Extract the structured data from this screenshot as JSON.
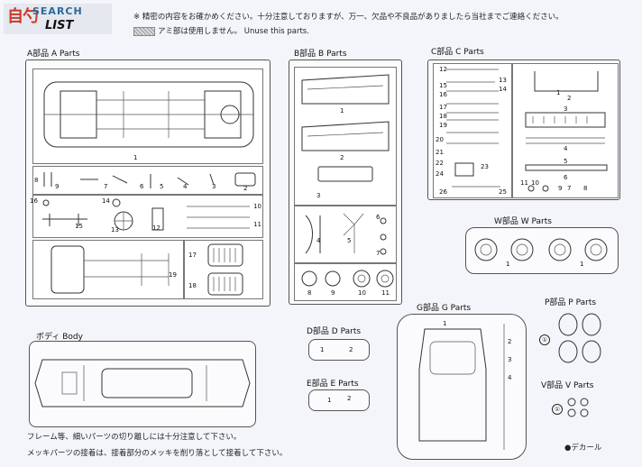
{
  "logo": {
    "main": "自勺",
    "sub": "SEARCH",
    "list_label": "LIST"
  },
  "header": {
    "line1": "※ 精密の内容をお確かめください。十分注意しておりますが、万一、欠品や不良品がありましたら当社までご連絡ください。",
    "line2": "アミ部は使用しません。 Unuse this parts."
  },
  "sections": {
    "a": {
      "title": "A部品 A Parts"
    },
    "b": {
      "title": "B部品 B Parts"
    },
    "c": {
      "title": "C部品 C Parts"
    },
    "w": {
      "title": "W部品 W Parts"
    },
    "body": {
      "title": "ボディ Body"
    },
    "d": {
      "title": "D部品 D Parts"
    },
    "e": {
      "title": "E部品 E Parts"
    },
    "g": {
      "title": "G部品 G Parts"
    },
    "p": {
      "title": "P部品 P Parts"
    },
    "v": {
      "title": "V部品 V Parts"
    }
  },
  "a_numbers": [
    "1",
    "9",
    "7",
    "6",
    "5",
    "4",
    "3",
    "2",
    "8",
    "16",
    "14",
    "15",
    "13",
    "12",
    "10",
    "11",
    "17",
    "18",
    "19"
  ],
  "b_numbers": [
    "1",
    "2",
    "3",
    "4",
    "5",
    "6",
    "7",
    "8",
    "9",
    "10",
    "11"
  ],
  "c_numbers": [
    "12",
    "13",
    "14",
    "15",
    "16",
    "17",
    "18",
    "19",
    "20",
    "21",
    "22",
    "23",
    "24",
    "25",
    "26",
    "1",
    "2",
    "3",
    "4",
    "5",
    "6",
    "7",
    "8",
    "9",
    "10",
    "11"
  ],
  "w_numbers": [
    "1",
    "1"
  ],
  "d_numbers": [
    "1",
    "2"
  ],
  "e_numbers": [
    "1",
    "2"
  ],
  "g_numbers": [
    "1",
    "2",
    "3",
    "4"
  ],
  "p_numbers": [
    "①"
  ],
  "v_numbers": [
    "①"
  ],
  "footer": {
    "note1": "フレーム等、細いパーツの切り離しには十分注意して下さい。",
    "note2": "メッキパーツの接着は、接着部分のメッキを削り落として接着して下さい。",
    "decal": "●デカール"
  }
}
